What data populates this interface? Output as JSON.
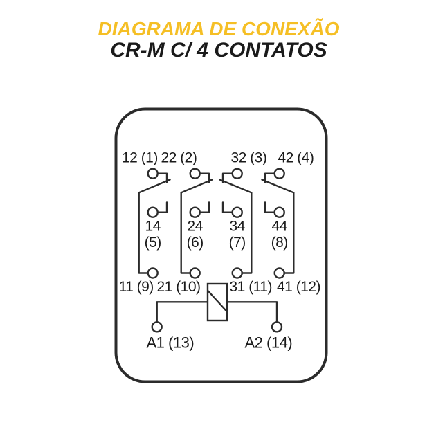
{
  "title": "DIAGRAMA DE CONEXÃO",
  "subtitle": "CR-M C/ 4 CONTATOS",
  "colors": {
    "accent": "#F5BF25",
    "ink": "#1A1A1A",
    "line": "#2B2B2B"
  },
  "diagram": {
    "poles": [
      {
        "nc": "12 (1)",
        "no": "14",
        "no_pin": "(5)",
        "com": "11 (9)"
      },
      {
        "nc": "22 (2)",
        "no": "24",
        "no_pin": "(6)",
        "com": "21 (10)"
      },
      {
        "nc": "32 (3)",
        "no": "34",
        "no_pin": "(7)",
        "com": "31 (11)"
      },
      {
        "nc": "42 (4)",
        "no": "44",
        "no_pin": "(8)",
        "com": "41 (12)"
      }
    ],
    "coil": {
      "a1": "A1 (13)",
      "a2": "A2 (14)"
    }
  }
}
